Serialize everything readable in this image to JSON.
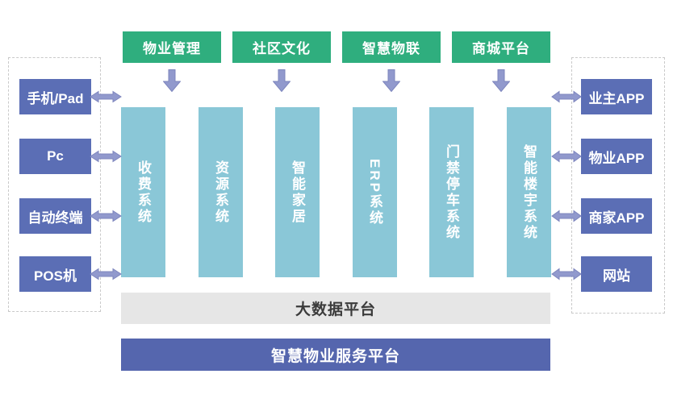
{
  "colors": {
    "green": "#2fae7e",
    "teal": "#8ac7d7",
    "box_blue": "#5b6eb5",
    "platform_blue": "#5566ae",
    "arrow_purple": "#9199cd",
    "arrow_border": "#7d85bd",
    "gray_bar": "#e6e6e6",
    "gray_text": "#3b3b3b",
    "dash_border": "#c9c9c9"
  },
  "icons": {
    "down_arrow": "down-arrow",
    "double_arrow": "left-right-double-arrow"
  },
  "top_modules": [
    {
      "label": "物业管理"
    },
    {
      "label": "社区文化"
    },
    {
      "label": "智慧物联"
    },
    {
      "label": "商城平台"
    }
  ],
  "systems": [
    {
      "label": "收费系统"
    },
    {
      "label": "资源系统"
    },
    {
      "label": "智能家居"
    },
    {
      "label": "ERP系统"
    },
    {
      "label": "门禁停车系统"
    },
    {
      "label": "智能楼宇系统"
    }
  ],
  "left_terminals": [
    {
      "label": "手机/Pad"
    },
    {
      "label": "Pc"
    },
    {
      "label": "自动终端"
    },
    {
      "label": "POS机"
    }
  ],
  "right_channels": [
    {
      "label": "业主APP"
    },
    {
      "label": "物业APP"
    },
    {
      "label": "商家APP"
    },
    {
      "label": "网站"
    }
  ],
  "platforms": {
    "big_data": "大数据平台",
    "service": "智慧物业服务平台"
  }
}
